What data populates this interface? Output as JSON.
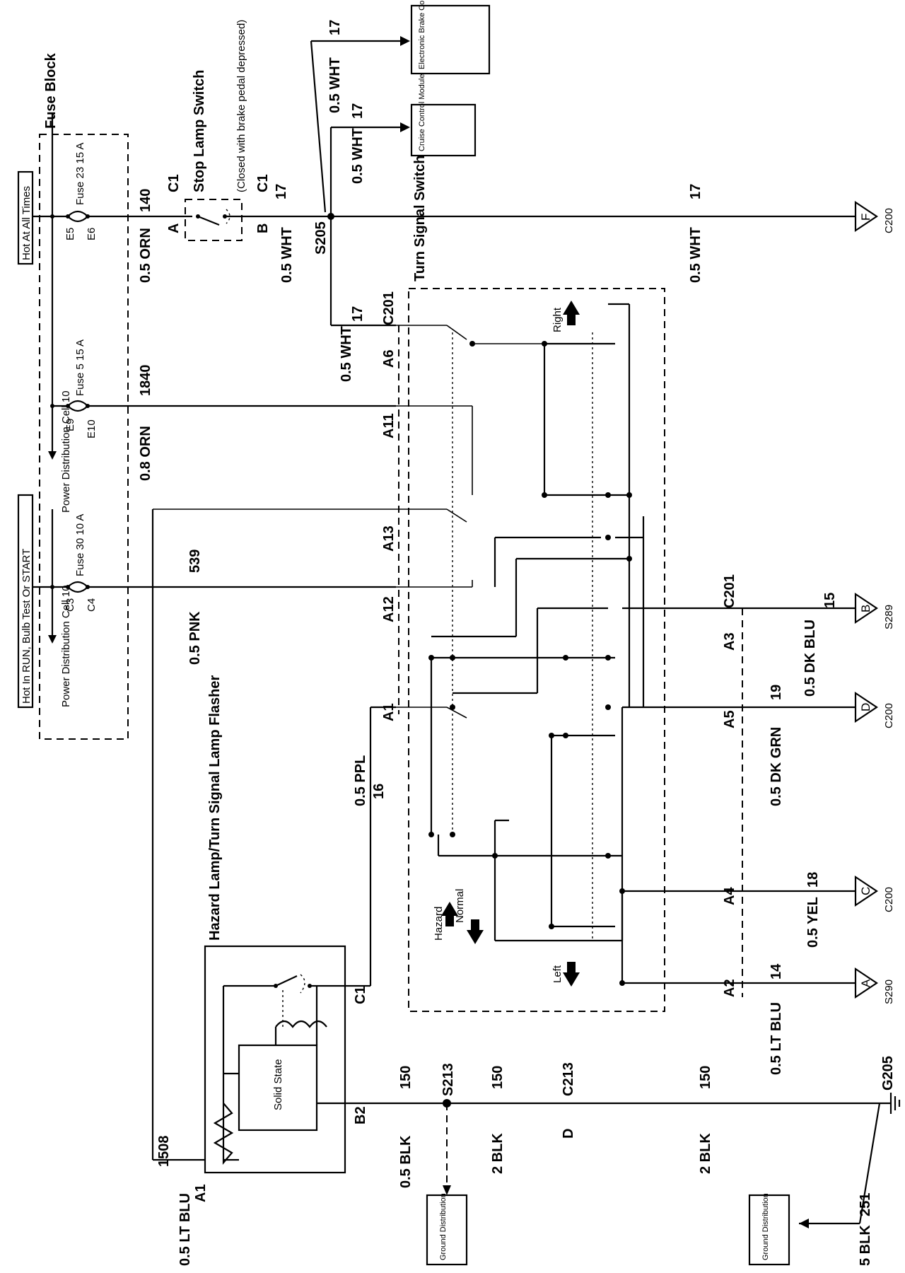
{
  "power": {
    "hot_run": "Hot In RUN, Bulb Test Or START",
    "hot_all": "Hot At All Times",
    "fuse_block": "Fuse Block",
    "pdc_left": "Power Distribution Cell 10",
    "pdc_right": "Power Distribution Cell 10"
  },
  "fuses": {
    "fuse30": "Fuse 30 10 A",
    "fuse5": "Fuse 5 15 A",
    "fuse23": "Fuse 23 15 A"
  },
  "fuse_pins": {
    "c3": "C3",
    "c4": "C4",
    "e9": "E9",
    "e10": "E10",
    "e5": "E5",
    "e6": "E6"
  },
  "wires": {
    "pnk": "0.5 PNK",
    "pnk_ckt": "539",
    "orn8": "0.8 ORN",
    "orn8_ckt": "1840",
    "orn5": "0.5 ORN",
    "orn5_ckt": "140",
    "wht_top": "0.5 WHT",
    "wht_top_ckt": "17",
    "wht_cruise": "0.5 WHT",
    "wht_cruise_ckt": "17",
    "wht_stop": "0.5 WHT",
    "wht_stop_ckt": "17",
    "wht_main": "0.5 WHT",
    "wht_main_ckt": "17",
    "wht_a6": "0.5 WHT",
    "wht_a6_ckt": "17",
    "ppl": "0.5 PPL",
    "ppl_ckt": "16",
    "ltblu1": "0.5 LT BLU",
    "ltblu1_ckt": "1508",
    "ltblu2": "0.5 LT BLU",
    "ltblu2_ckt": "14",
    "yel": "0.5 YEL",
    "yel_ckt": "18",
    "dkgrn": "0.5 DK GRN",
    "dkgrn_ckt": "19",
    "dkblu": "0.5 DK BLU",
    "dkblu_ckt": "15",
    "blk05": "0.5 BLK",
    "blk05_ckt": "150",
    "blk2a": "2 BLK",
    "blk2a_ckt": "150",
    "blk2b": "2 BLK",
    "blk2b_ckt": "150",
    "blk5": "5 BLK",
    "blk5_ckt": "251"
  },
  "modules": {
    "ebcm": "Electronic Brake Control Module",
    "cruise": "Cruise Control Module"
  },
  "switches": {
    "stop_lamp": "Stop Lamp Switch",
    "stop_lamp_note": "(Closed with brake pedal depressed)",
    "turn_signal": "Turn Signal Switch",
    "right": "Right",
    "left": "Left",
    "hazard": "Hazard",
    "normal": "Normal"
  },
  "flasher": {
    "title": "Hazard Lamp/Turn Signal Lamp Flasher",
    "solid_state": "Solid State"
  },
  "connectors": {
    "c1_top": "C1",
    "c1_bot": "C1",
    "pin_a": "A",
    "pin_b": "B",
    "s205": "S205",
    "c201_top": "C201",
    "c201_bot": "C201",
    "a6": "A6",
    "a11": "A11",
    "a13": "A13",
    "a12": "A12",
    "a1": "A1",
    "a3": "A3",
    "a5": "A5",
    "a4": "A4",
    "a2": "A2",
    "flasher_c1": "C1",
    "flasher_b2": "B2",
    "flasher_a1": "A1",
    "s213": "S213",
    "c213": "C213",
    "pin_d": "D",
    "g205": "G205"
  },
  "refs": {
    "f": "F",
    "c200_f": "C200",
    "b": "B",
    "s289": "S289",
    "d": "D",
    "c200_d": "C200",
    "c": "C",
    "c200_c": "C200",
    "a": "A",
    "s290": "S290"
  },
  "grounds": {
    "ground_dist_1": "Ground Distribution",
    "ground_dist_2": "Ground Distribution"
  }
}
